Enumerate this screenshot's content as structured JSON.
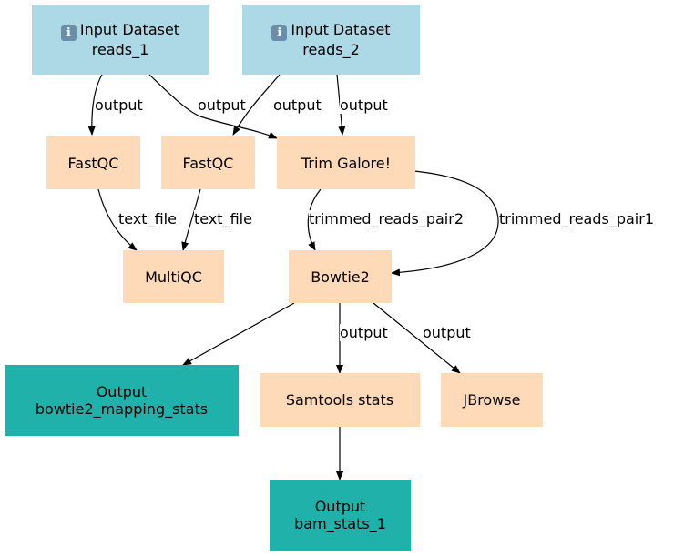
{
  "nodes": {
    "reads_1": {
      "prefix": "Input Dataset",
      "name": "reads_1",
      "icon": "info-icon"
    },
    "reads_2": {
      "prefix": "Input Dataset",
      "name": "reads_2",
      "icon": "info-icon"
    },
    "fastqc_1": {
      "label": "FastQC"
    },
    "fastqc_2": {
      "label": "FastQC"
    },
    "trim": {
      "label": "Trim Galore!"
    },
    "multiqc": {
      "label": "MultiQC"
    },
    "bowtie2": {
      "label": "Bowtie2"
    },
    "out_mapping": {
      "prefix": "Output",
      "name": "bowtie2_mapping_stats"
    },
    "samtools": {
      "label": "Samtools stats"
    },
    "jbrowse": {
      "label": "JBrowse"
    },
    "out_bam": {
      "prefix": "Output",
      "name": "bam_stats_1"
    }
  },
  "edges": {
    "r1_fastqc": "output",
    "r1_trim": "output",
    "r2_fastqc": "output",
    "r2_trim": "output",
    "fq1_multiqc": "text_file",
    "fq2_multiqc": "text_file",
    "trim_pair2": "trimmed_reads_pair2",
    "trim_pair1": "trimmed_reads_pair1",
    "bt_samtools": "output",
    "bt_jbrowse": "output"
  },
  "colors": {
    "input": "#add8e6",
    "tool": "#ffdab9",
    "output": "#20b2aa",
    "edge": "#000000"
  }
}
